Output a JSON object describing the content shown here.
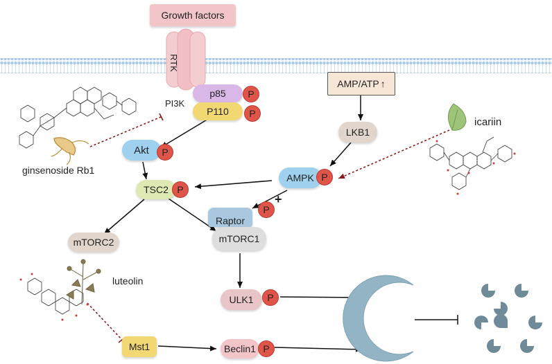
{
  "receptor": {
    "ligand": "Growth factors",
    "name": "RTK"
  },
  "pi3k": {
    "label": "PI3K",
    "p85": "p85",
    "p110": "P110"
  },
  "phospho": "P",
  "plus": "+",
  "nodes": {
    "akt": "Akt",
    "tsc2": "TSC2",
    "mtorc2": "mTORC2",
    "mtorc1": "mTORC1",
    "raptor": "Raptor",
    "ulk1": "ULK1",
    "mst1": "Mst1",
    "beclin1": "Beclin1",
    "ampk": "AMPK",
    "lkb1": "LKB1",
    "amp_atp": "AMP/ATP",
    "amp_atp_arrow": "↑"
  },
  "compounds": {
    "ginsenoside": "ginsenoside Rb1",
    "icariin": "icariin",
    "luteolin": "luteolin"
  },
  "colors": {
    "membrane": "#b9d4ea",
    "phospho": "#e0554a",
    "inhibit_dashed": "#8b1a1a",
    "pink": "#f2c5c9",
    "yellow": "#f2d873",
    "purple": "#d9b8e8",
    "blue": "#9fd1ef",
    "green": "#dfe9b4",
    "grey": "#dedede",
    "beige": "#e2d6cc",
    "amp_box": "#f6e6d6",
    "autophagosome": "#93b4c4",
    "fragment": "#6f8a99"
  }
}
